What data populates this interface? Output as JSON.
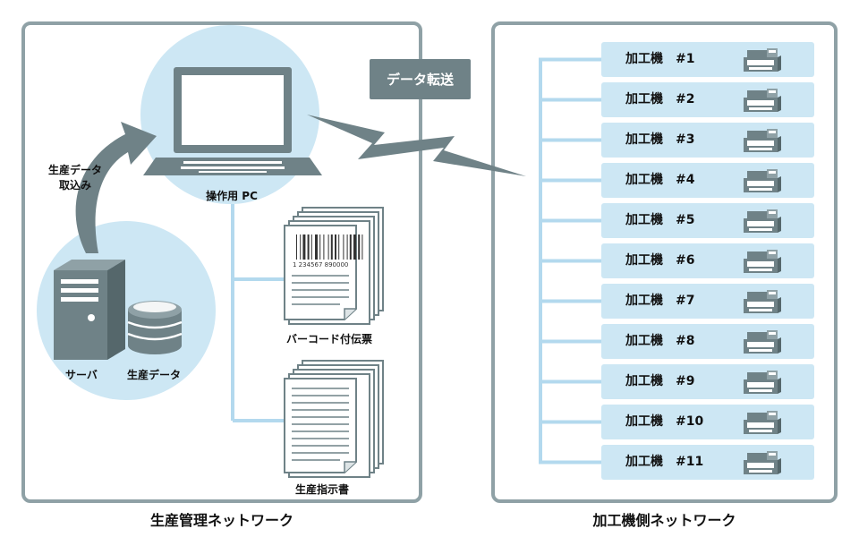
{
  "transfer_label": "データ転送",
  "left_network": {
    "caption": "生産管理ネットワーク",
    "pc_label": "操作用 PC",
    "import_label_line1": "生産データ",
    "import_label_line2": "取込み",
    "server_label": "サーバ",
    "db_label": "生産データ",
    "barcode_doc_label": "バーコード付伝票",
    "barcode_number": "1 234567 890000",
    "instruction_doc_label": "生産指示書"
  },
  "right_network": {
    "caption": "加工機側ネットワーク",
    "machine_prefix": "加工機",
    "machines": [
      "#1",
      "#2",
      "#3",
      "#4",
      "#5",
      "#6",
      "#7",
      "#8",
      "#9",
      "#10",
      "#11"
    ]
  },
  "colors": {
    "frame": "#8fa1a6",
    "dark": "#6f8287",
    "circle": "#cde7f4",
    "machine_box": "#cde7f4",
    "connector": "#b3d9ee"
  }
}
